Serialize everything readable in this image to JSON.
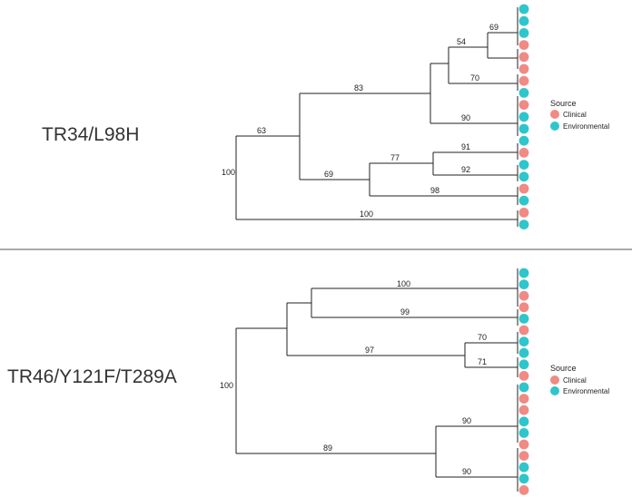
{
  "colors": {
    "clinical": "#F08A84",
    "environmental": "#2EC6CB",
    "line": "#222222",
    "divider": "#555555"
  },
  "panels": [
    {
      "title": "TR34/L98H",
      "tips": [
        "E",
        "E",
        "E",
        "C",
        "C",
        "C",
        "C",
        "E",
        "C",
        "E",
        "E",
        "E",
        "C",
        "E",
        "E",
        "C",
        "E",
        "C",
        "E"
      ],
      "supports": [
        "69",
        "54",
        "70",
        "83",
        "90",
        "63",
        "91",
        "77",
        "92",
        "69",
        "98",
        "100",
        "100"
      ],
      "legend": {
        "title": "Source",
        "items": [
          {
            "label": "Clinical",
            "key": "clinical"
          },
          {
            "label": "Environmental",
            "key": "environmental"
          }
        ]
      }
    },
    {
      "title": "TR46/Y121F/T289A",
      "tips": [
        "E",
        "E",
        "C",
        "C",
        "E",
        "C",
        "E",
        "E",
        "E",
        "C",
        "E",
        "C",
        "C",
        "E",
        "E",
        "C",
        "C",
        "E",
        "E",
        "C"
      ],
      "supports": [
        "100",
        "99",
        "70",
        "97",
        "71",
        "100",
        "90",
        "89",
        "90"
      ],
      "legend": {
        "title": "Source",
        "items": [
          {
            "label": "Clinical",
            "key": "clinical"
          },
          {
            "label": "Environmental",
            "key": "environmental"
          }
        ]
      }
    }
  ]
}
